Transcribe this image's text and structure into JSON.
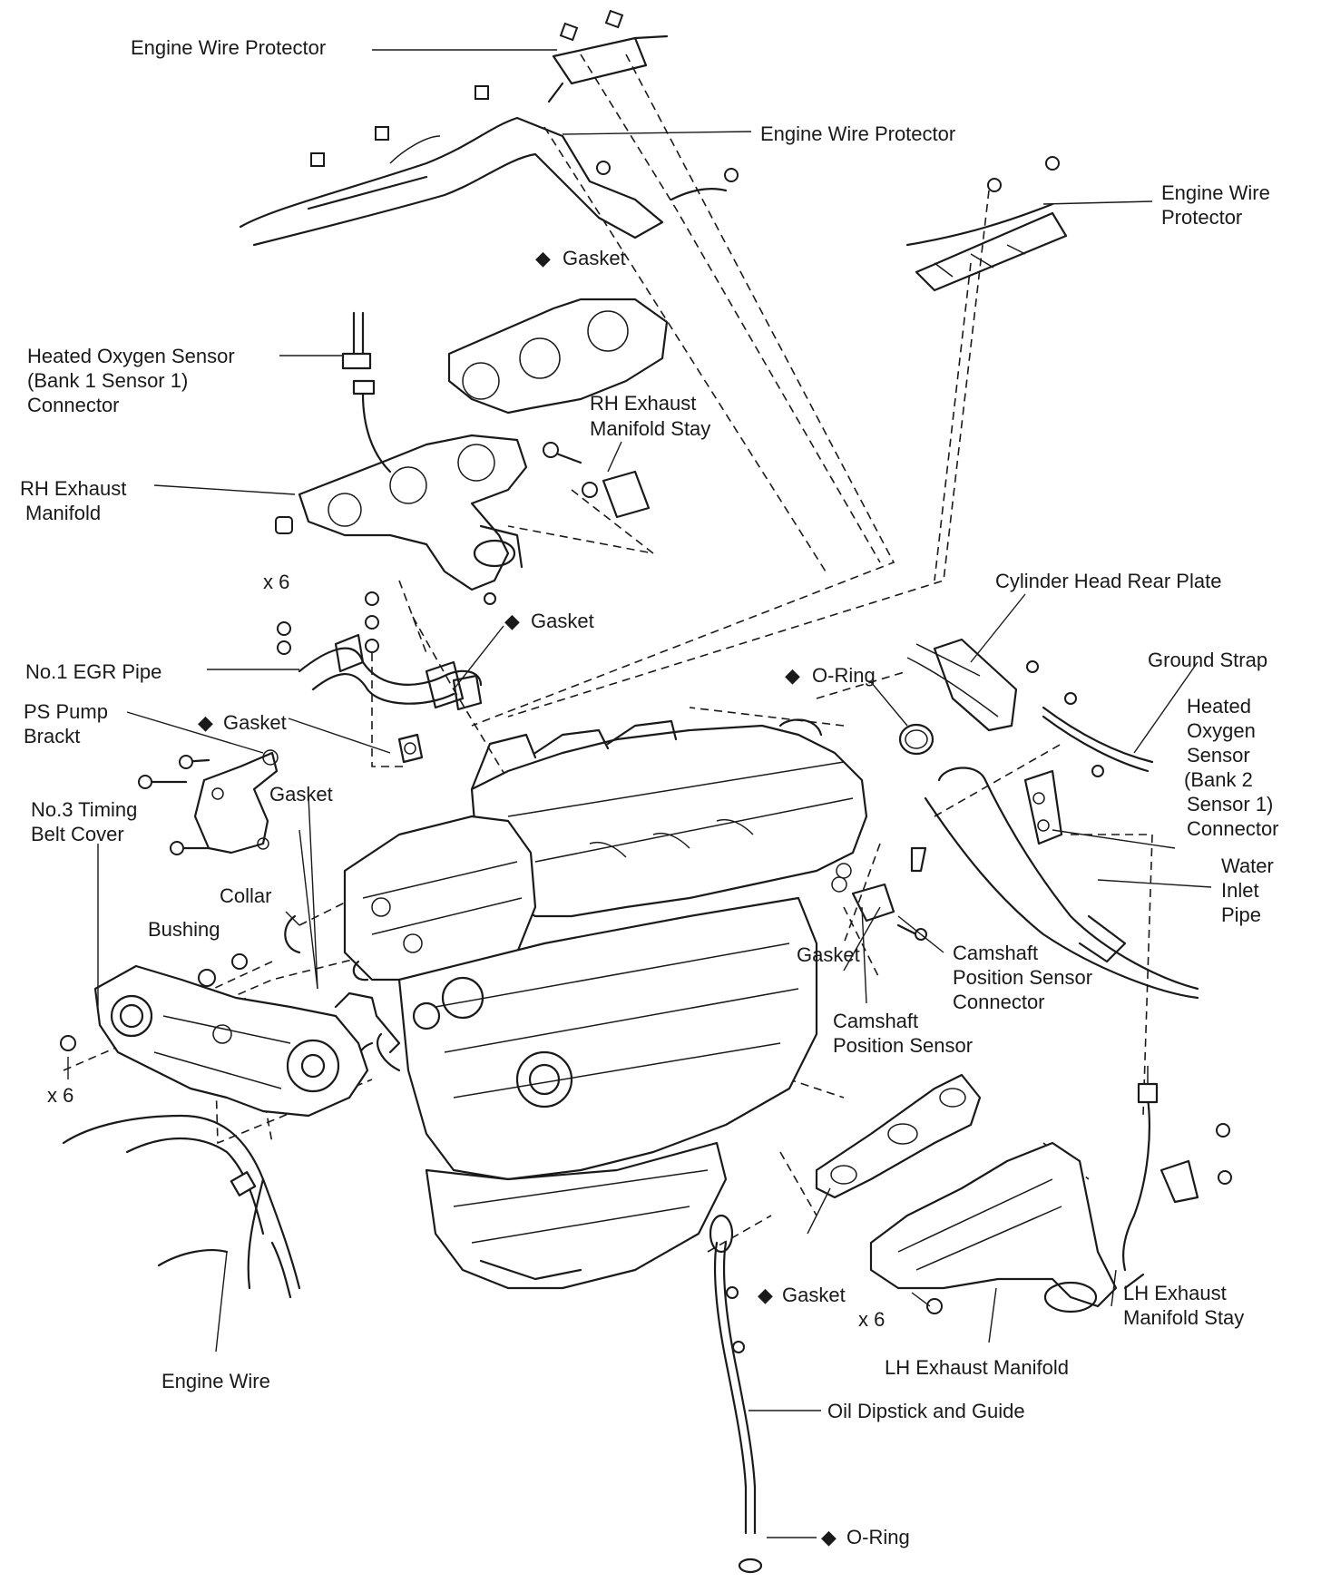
{
  "diagram": {
    "labels": {
      "engine_wire_protector_1": "Engine Wire Protector",
      "engine_wire_protector_2": "Engine Wire Protector",
      "engine_wire_protector_3a": "Engine Wire",
      "engine_wire_protector_3b": "Protector",
      "gasket_top": "Gasket",
      "heated_o2_bank1_a": "Heated Oxygen Sensor",
      "heated_o2_bank1_b": "(Bank 1 Sensor 1)",
      "heated_o2_bank1_c": "Connector",
      "rh_stay_a": "RH Exhaust",
      "rh_stay_b": "Manifold Stay",
      "rh_manifold_a": "RH Exhaust",
      "rh_manifold_b": "Manifold",
      "x6_rh": "x 6",
      "gasket_egr": "Gasket",
      "cyl_head_rear_plate": "Cylinder Head Rear Plate",
      "ground_strap": "Ground Strap",
      "no1_egr_pipe": "No.1 EGR Pipe",
      "o_ring_upper": "O-Ring",
      "ps_pump_a": "PS Pump",
      "ps_pump_b": "Brackt",
      "gasket_ps": "Gasket",
      "heated_o2_bank2_a": "Heated",
      "heated_o2_bank2_b": "Oxygen",
      "heated_o2_bank2_c": "Sensor",
      "heated_o2_bank2_d": "(Bank 2",
      "heated_o2_bank2_e": "Sensor 1)",
      "heated_o2_bank2_f": "Connector",
      "gasket_mid": "Gasket",
      "no3_timing_a": "No.3 Timing",
      "no3_timing_b": "Belt Cover",
      "water_inlet_a": "Water",
      "water_inlet_b": "Inlet",
      "water_inlet_c": "Pipe",
      "collar": "Collar",
      "bushing": "Bushing",
      "gasket_cam": "Gasket",
      "cam_conn_a": "Camshaft",
      "cam_conn_b": "Position Sensor",
      "cam_conn_c": "Connector",
      "cam_sensor_a": "Camshaft",
      "cam_sensor_b": "Position Sensor",
      "x6_left": "x 6",
      "lh_stay_a": "LH Exhaust",
      "lh_stay_b": "Manifold Stay",
      "gasket_lh": "Gasket",
      "x6_lh": "x 6",
      "lh_manifold": "LH Exhaust Manifold",
      "engine_wire": "Engine Wire",
      "oil_dipstick": "Oil Dipstick and Guide",
      "o_ring_lower": "O-Ring"
    },
    "new_part_marker": "◆"
  }
}
